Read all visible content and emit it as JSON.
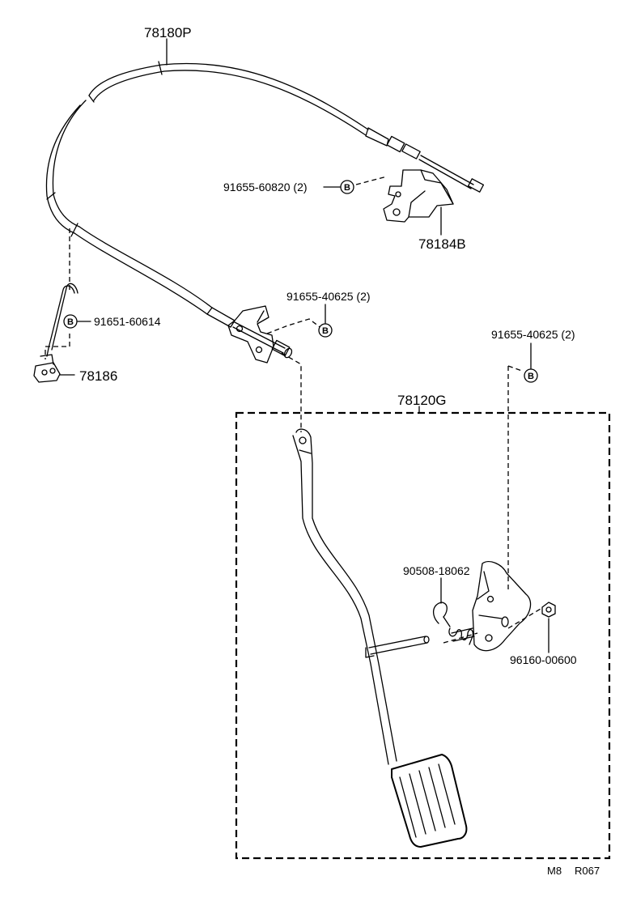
{
  "parts": {
    "cable": "78180P",
    "bracket": "78184B",
    "clip": "78186",
    "pedal_assembly": "78120G"
  },
  "bolts": {
    "bracket_bolt": "91655-60820 (2)",
    "cable_bolt": "91655-40625 (2)",
    "pedal_bolt": "91655-40625 (2)",
    "clip_bolt": "91651-60614"
  },
  "small_parts": {
    "spring": "90508-18062",
    "nut": "96160-00600"
  },
  "marker_letter": "B",
  "footer": {
    "code1": "M8",
    "code2": "R067"
  }
}
